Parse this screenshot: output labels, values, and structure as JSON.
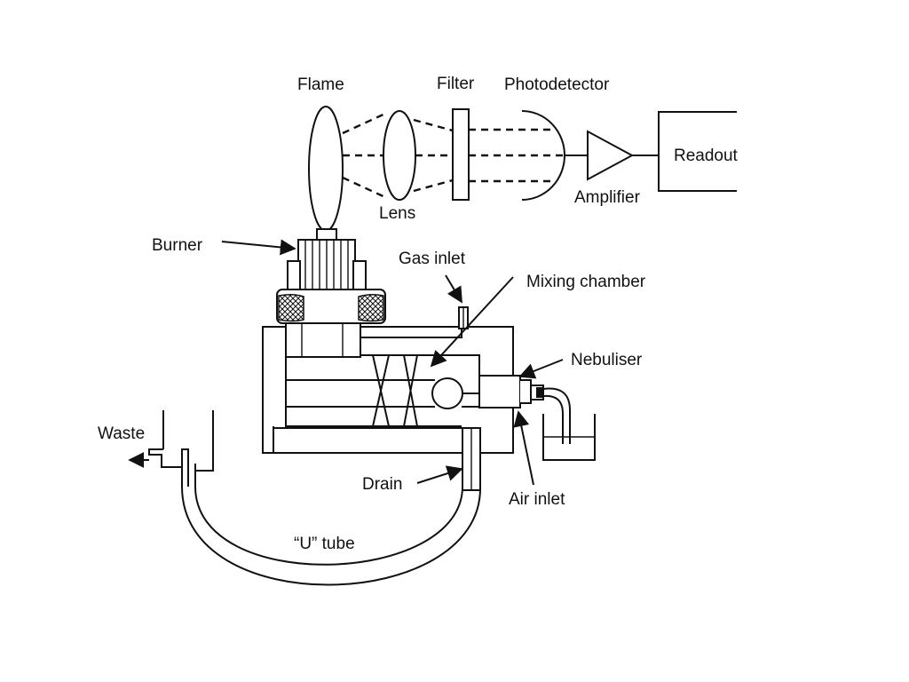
{
  "diagram": {
    "labels": {
      "flame": "Flame",
      "filter": "Filter",
      "photodetector": "Photodetector",
      "lens": "Lens",
      "amplifier": "Amplifier",
      "readout": "Readout",
      "burner": "Burner",
      "gas_inlet": "Gas inlet",
      "mixing_chamber": "Mixing chamber",
      "nebuliser": "Nebuliser",
      "waste": "Waste",
      "drain": "Drain",
      "air_inlet": "Air inlet",
      "u_tube": "“U” tube"
    }
  }
}
